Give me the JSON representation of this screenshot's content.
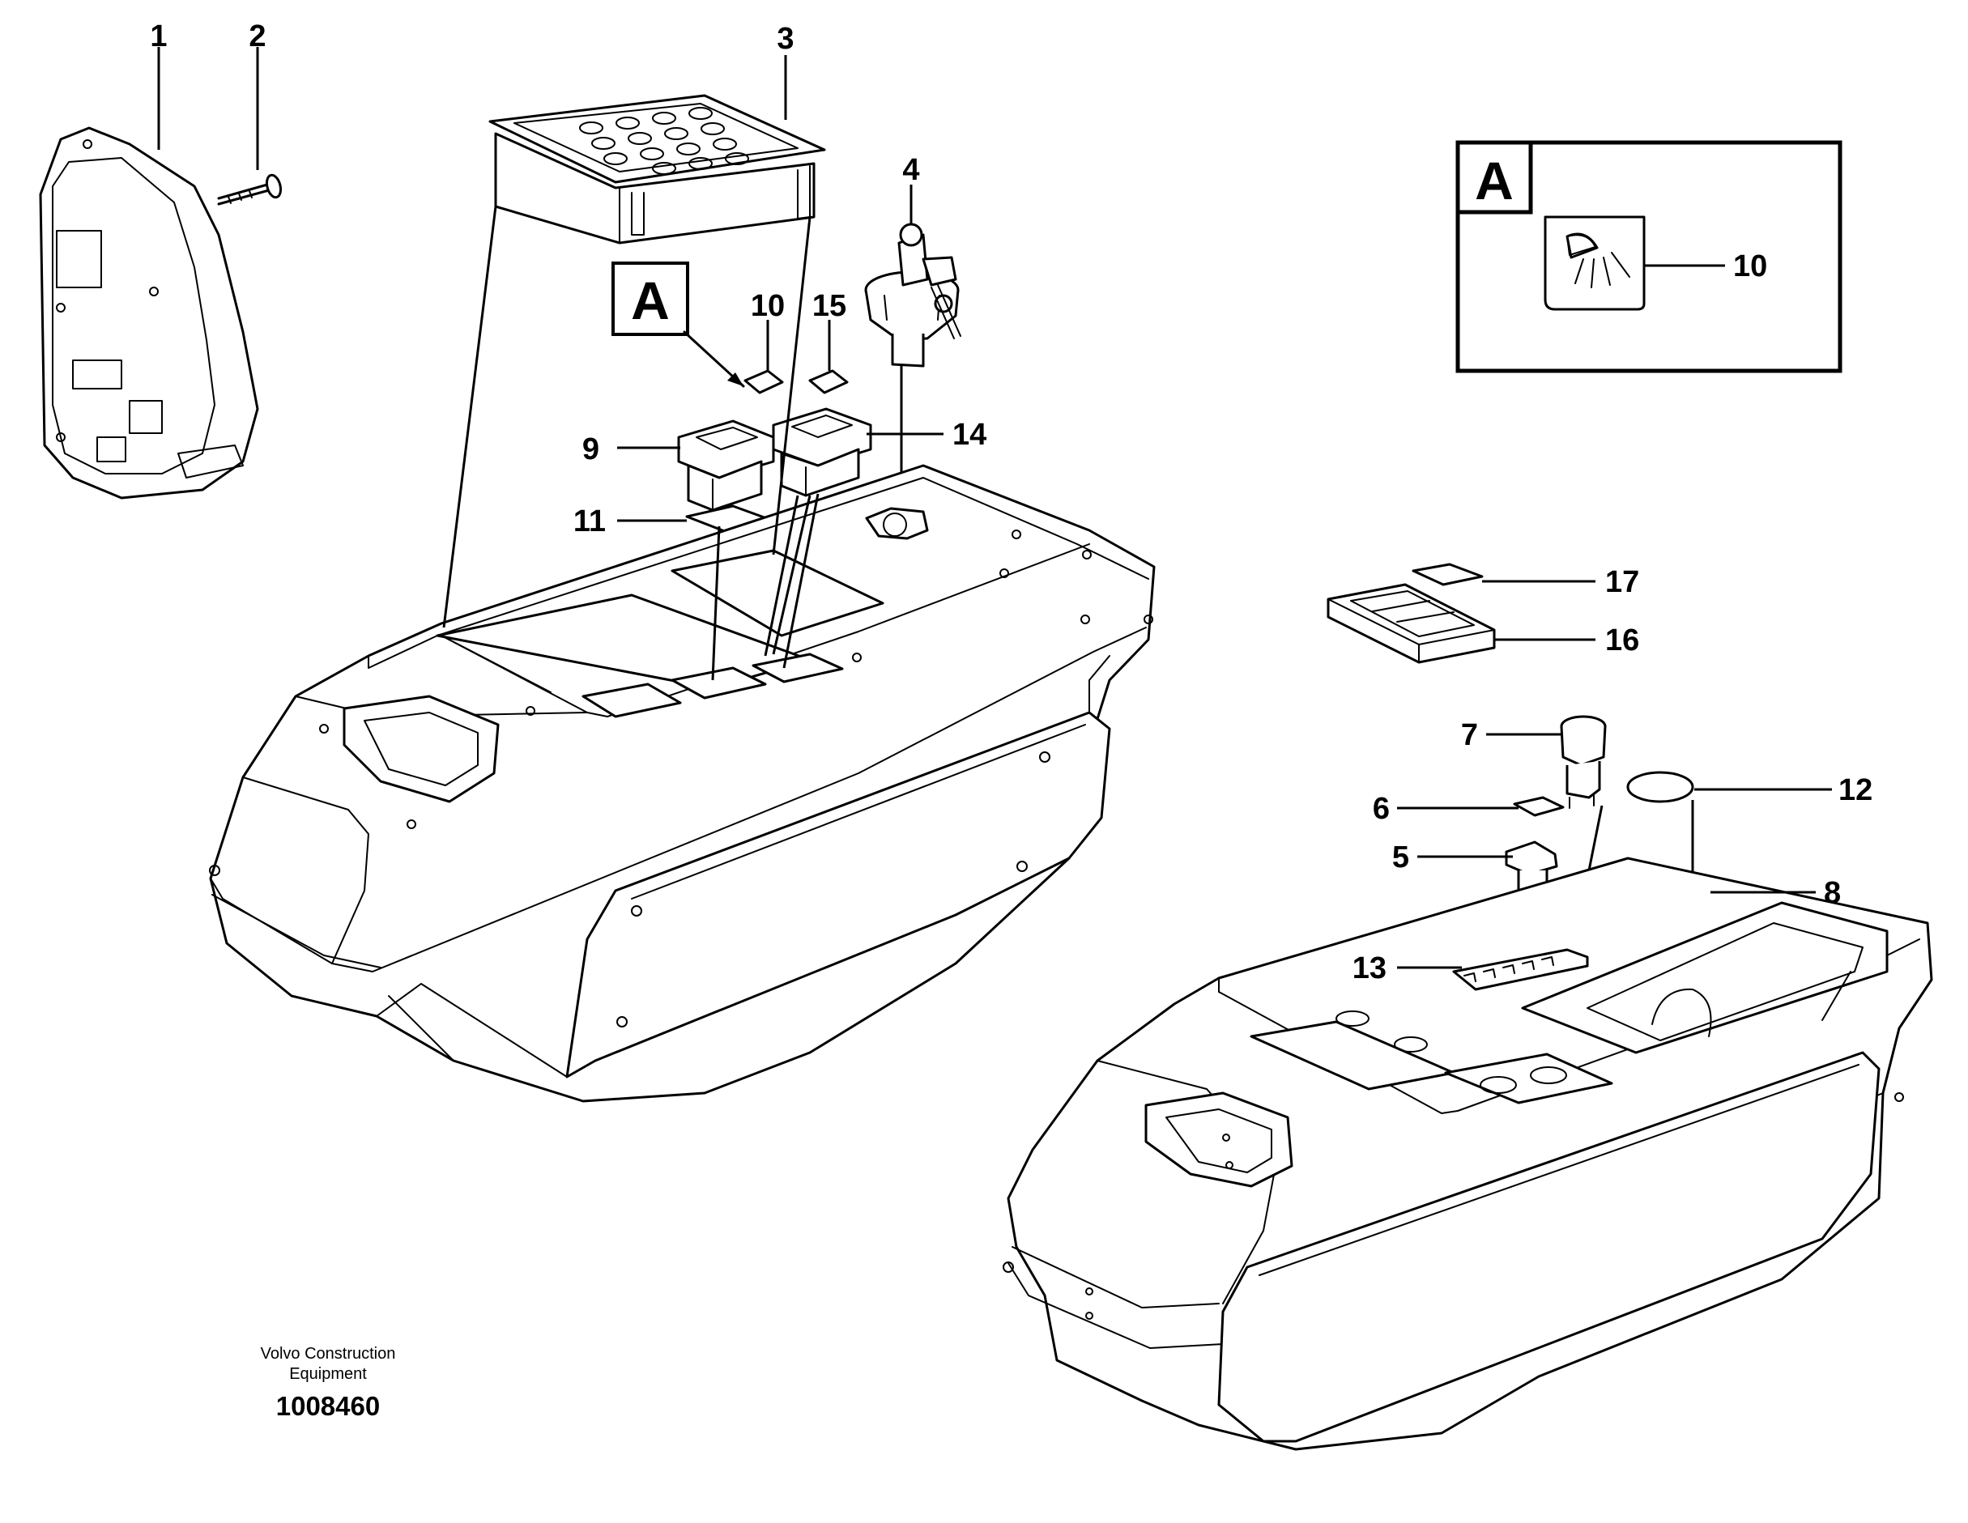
{
  "callouts": {
    "view_letter": "A",
    "detail_letter": "A",
    "detail_item": "10"
  },
  "parts": {
    "p1": "1",
    "p2": "2",
    "p3": "3",
    "p4": "4",
    "p5": "5",
    "p6": "6",
    "p7": "7",
    "p8": "8",
    "p9": "9",
    "p10": "10",
    "p11": "11",
    "p12": "12",
    "p13": "13",
    "p14": "14",
    "p15": "15",
    "p16": "16",
    "p17": "17"
  },
  "footer": {
    "company_line1": "Volvo Construction",
    "company_line2": "Equipment",
    "drawing_number": "1008460"
  }
}
